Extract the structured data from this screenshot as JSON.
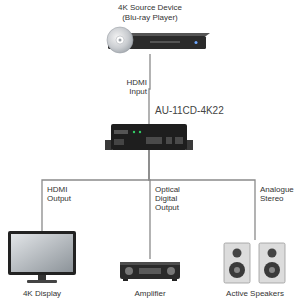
{
  "diagram": {
    "nodes": [
      {
        "text": [
          "4K Source Device (Blu-ray Player)"
        ]
      },
      {
        "text": [
          "AU-11CD-4K22"
        ]
      },
      {
        "text": [
          "4K Display"
        ]
      },
      {
        "text": [
          "Amplifier"
        ]
      },
      {
        "text": [
          "Active Speakers"
        ]
      }
    ],
    "edges": [
      {
        "from": 0,
        "to": 1,
        "arrow": "none",
        "label": "HDMI Input"
      },
      {
        "from": 1,
        "to": 2,
        "arrow": "none",
        "label": "HDMI Output"
      },
      {
        "from": 1,
        "to": 3,
        "arrow": "none",
        "label": "Optical Digital Output"
      },
      {
        "from": 1,
        "to": 4,
        "arrow": "none",
        "label": "Analogue Stereo"
      }
    ]
  }
}
